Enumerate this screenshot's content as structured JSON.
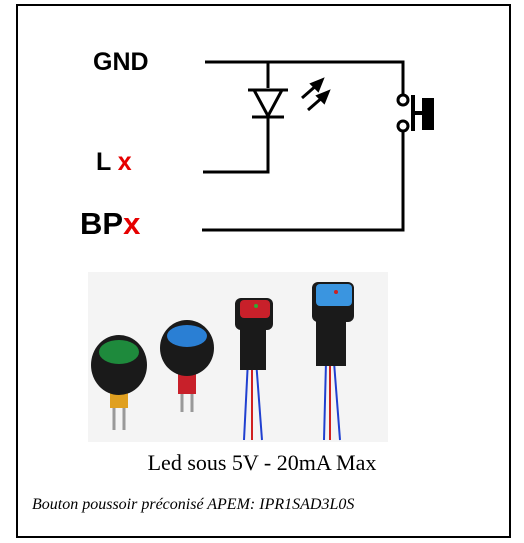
{
  "labels": {
    "gnd": "GND",
    "l_prefix": "L",
    "l_suffix": "x",
    "bp_prefix": "BP",
    "bp_suffix": "x"
  },
  "caption": "Led sous 5V - 20mA Max",
  "note": "Bouton poussoir préconisé APEM: IPR1SAD3L0S",
  "colors": {
    "suffix_red": "#e60000",
    "wire": "#000000",
    "button_green": "#1e8a3c",
    "button_blue": "#2a7fd4",
    "button_red": "#c8202a",
    "button_sq_blue": "#3a95e0"
  },
  "icons": [
    "led-diode-icon",
    "pushbutton-switch-icon",
    "light-emission-arrows-icon"
  ]
}
